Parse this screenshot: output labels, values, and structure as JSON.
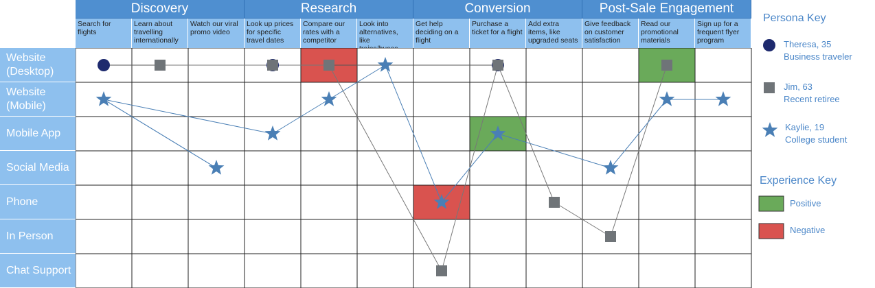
{
  "stages": [
    {
      "label": "Discovery",
      "steps": 3
    },
    {
      "label": "Research",
      "steps": 3
    },
    {
      "label": "Conversion",
      "steps": 3
    },
    {
      "label": "Post-Sale Engagement",
      "steps": 3
    }
  ],
  "steps": [
    "Search for flights",
    "Learn about travelling internationally",
    "Watch our viral promo video",
    "Look up prices for specific travel dates",
    "Compare our rates with a competitor",
    "Look into alternatives, like trains/buses",
    "Get help deciding on a flight",
    "Purchase a ticket for a flight",
    "Add extra items, like upgraded seats",
    "Give feedback on customer satisfaction",
    "Read our promotional materials",
    "Sign up for a frequent flyer program"
  ],
  "channels": [
    "Website (Desktop)",
    "Website (Mobile)",
    "Mobile App",
    "Social Media",
    "Phone",
    "In Person",
    "Chat Support"
  ],
  "experience_cells": [
    {
      "step": 4,
      "channel": 0,
      "type": "negative"
    },
    {
      "step": 6,
      "channel": 4,
      "type": "negative"
    },
    {
      "step": 7,
      "channel": 2,
      "type": "positive"
    },
    {
      "step": 10,
      "channel": 0,
      "type": "positive"
    }
  ],
  "personas": [
    {
      "name": "Theresa, 35",
      "desc": "Business traveler",
      "marker": "circle",
      "color": "#1e2a6e",
      "line_color": "#555555",
      "path": [
        {
          "step": 0,
          "channel": 0
        },
        {
          "step": 3,
          "channel": 0
        },
        {
          "step": 7,
          "channel": 0
        }
      ]
    },
    {
      "name": "Jim, 63",
      "desc": "Recent retiree",
      "marker": "square",
      "color": "#6f7478",
      "line_color": "#777777",
      "path": [
        {
          "step": 1,
          "channel": 0
        },
        {
          "step": 3,
          "channel": 0
        },
        {
          "step": 4,
          "channel": 0
        },
        {
          "step": 6,
          "channel": 6
        },
        {
          "step": 7,
          "channel": 0
        },
        {
          "step": 8,
          "channel": 4
        },
        {
          "step": 9,
          "channel": 5
        },
        {
          "step": 10,
          "channel": 0
        }
      ]
    },
    {
      "name": "Kaylie, 19",
      "desc": "College student",
      "marker": "star",
      "color": "#4a7fb5",
      "line_color": "#4a7fb5",
      "path": [
        {
          "step": 0,
          "channel": 1
        },
        {
          "step": 2,
          "channel": 3
        },
        {
          "step": 0,
          "channel": 1
        },
        {
          "step": 3,
          "channel": 2
        },
        {
          "step": 4,
          "channel": 1
        },
        {
          "step": 5,
          "channel": 0
        },
        {
          "step": 6,
          "channel": 4
        },
        {
          "step": 7,
          "channel": 2
        },
        {
          "step": 9,
          "channel": 3
        },
        {
          "step": 10,
          "channel": 1
        },
        {
          "step": 11,
          "channel": 1
        }
      ]
    }
  ],
  "persona_key": {
    "title": "Persona Key"
  },
  "experience_key": {
    "title": "Experience Key",
    "items": [
      {
        "label": "Positive",
        "color": "#6aaa5a"
      },
      {
        "label": "Negative",
        "color": "#d9534f"
      }
    ]
  },
  "colors": {
    "header": "#4f8fd0",
    "subheader": "#8ec0ee",
    "grid": "#222222",
    "positive": "#6aaa5a",
    "negative": "#d9534f"
  }
}
